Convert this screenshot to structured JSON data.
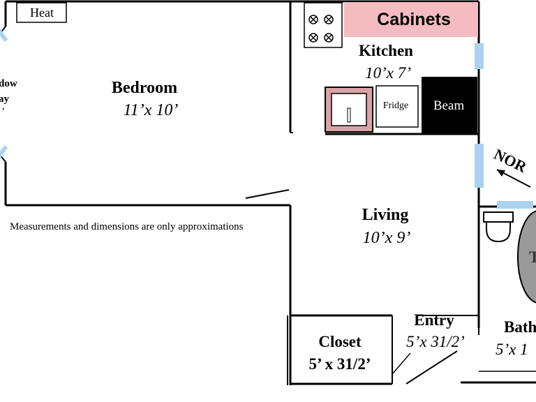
{
  "labels": {
    "heat": "Heat",
    "cabinets": "Cabinets",
    "kitchen": "Kitchen",
    "kitchen_dim": "10’x 7’",
    "fridge": "Fridge",
    "beam": "Beam",
    "bedroom": "Bedroom",
    "bedroom_dim": "11’x 10’",
    "bay_window_a": "dow",
    "bay_window_b": "ay",
    "bay_window_c": "’",
    "living": "Living",
    "living_dim": "10’x 9’",
    "note": "Measurements and dimensions are only approximations",
    "north": "NOR",
    "closet": "Closet",
    "closet_dim": "5’ x 31/2’",
    "entry": "Entry",
    "entry_dim": "5’x 31/2’",
    "bath": "Bath",
    "bath_dim": "5’x 1",
    "tub": "T"
  },
  "colors": {
    "wall": "#000000",
    "window": "#a9d3ee",
    "cabinets": "#f4bcc0",
    "sink_fill": "#d9a4a8",
    "beam": "#000000",
    "tub": "#9a9a9a"
  }
}
